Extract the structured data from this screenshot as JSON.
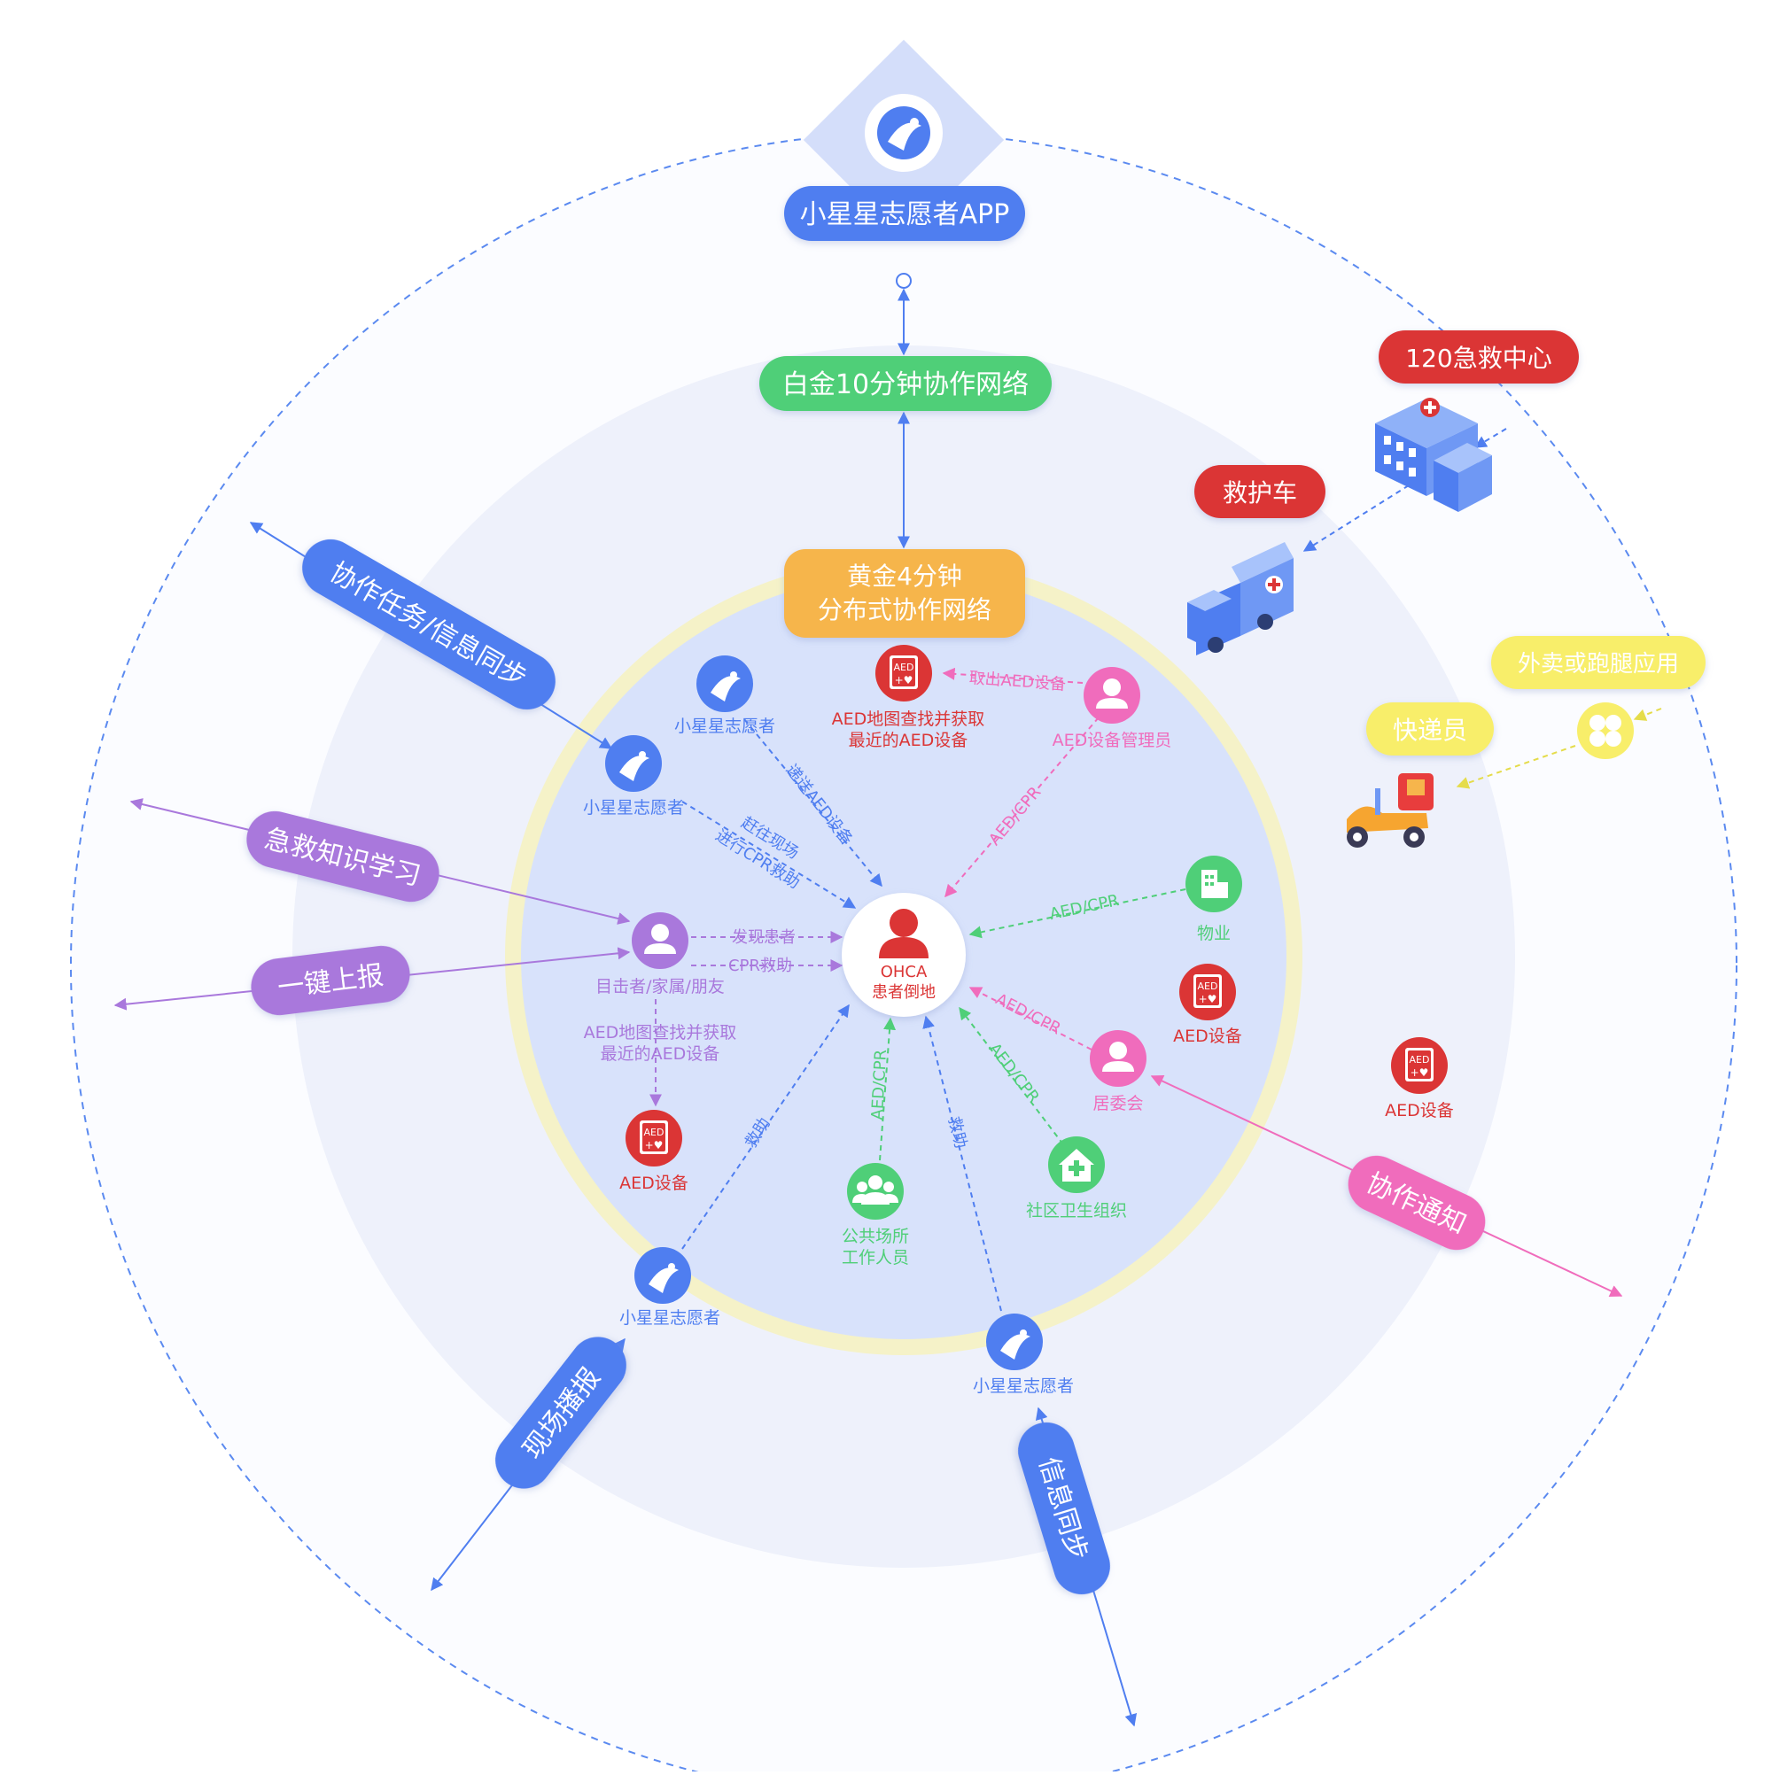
{
  "app_pill": "小星星志愿者APP",
  "platinum_pill": "白金10分钟协作网络",
  "golden_pill": [
    "黄金4分钟",
    "分布式协作网络"
  ],
  "patient": [
    "OHCA",
    "患者倒地"
  ],
  "volunteer": "小星星志愿者",
  "aed_tag": "AED",
  "aed_device": "AED设备",
  "aed_map_text": [
    "AED地图查找并获取",
    "最近的AED设备"
  ],
  "aed_manager": "AED设备管理员",
  "witness": "目击者/家属/朋友",
  "property": "物业",
  "committee": "居委会",
  "public_staff": [
    "公共场所",
    "工作人员"
  ],
  "health_org": "社区卫生组织",
  "edges": {
    "take_aed": "取出AED设备",
    "deliver_aed": "递送AED设备",
    "go_scene": [
      "赶往现场",
      "进行CPR救助"
    ],
    "find_patient": "发现患者",
    "cpr": "CPR救助",
    "aed_cpr": "AED/CPR",
    "rescue": "救助"
  },
  "outer": {
    "center_120": "120急救中心",
    "ambulance": "救护车",
    "delivery_app": "外卖或跑腿应用",
    "courier": "快递员",
    "task_sync": "协作任务/信息同步",
    "first_aid_learning": "急救知识学习",
    "one_key_report": "一键上报",
    "collab_notice": "协作通知",
    "onsite_broadcast": "现场播报",
    "info_sync": "信息同步"
  },
  "colors": {
    "blue": "#4f7ef0",
    "green": "#4fcf78",
    "orange": "#f6b54c",
    "red": "#db3535",
    "purple": "#a978dc",
    "pink": "#f06cbc",
    "yellow": "#f8ee6a",
    "light_circle": "#eef1fb",
    "inner_circle": "#d8e2fb",
    "ring_yellow": "#f5f2c8"
  }
}
